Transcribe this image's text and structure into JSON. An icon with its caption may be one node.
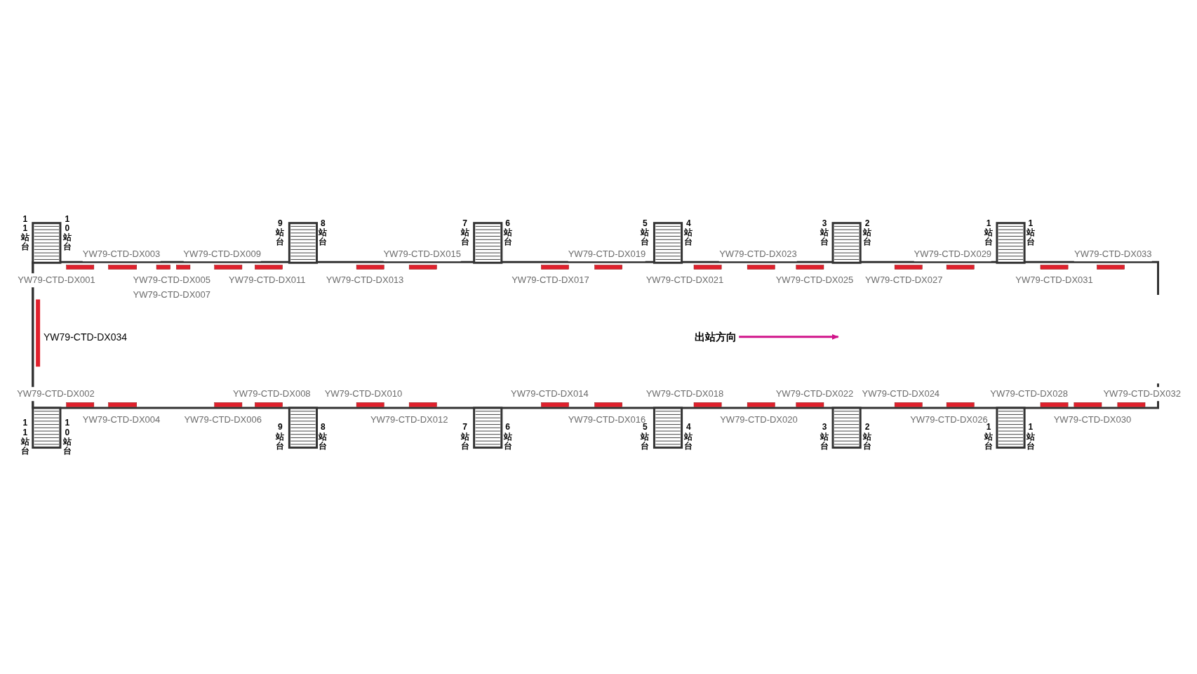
{
  "diagram": {
    "labels": [
      "11站台",
      "10站台",
      "9站台",
      "8站台",
      "7站台",
      "6站台",
      "5站台",
      "4站台",
      "3站台",
      "2站台",
      "1站台",
      "1站台",
      "YW79-CTD-DX003",
      "YW79-CTD-DX009",
      "YW79-CTD-DX015",
      "YW79-CTD-DX019",
      "YW79-CTD-DX023",
      "YW79-CTD-DX029",
      "YW79-CTD-DX033",
      "YW79-CTD-DX001",
      "YW79-CTD-DX005",
      "YW79-CTD-DX007",
      "YW79-CTD-DX011",
      "YW79-CTD-DX013",
      "YW79-CTD-DX017",
      "YW79-CTD-DX021",
      "YW79-CTD-DX025",
      "YW79-CTD-DX027",
      "YW79-CTD-DX031",
      "YW79-CTD-DX034",
      "出站方向",
      "YW79-CTD-DX002",
      "YW79-CTD-DX008",
      "YW79-CTD-DX010",
      "YW79-CTD-DX014",
      "YW79-CTD-DX018",
      "YW79-CTD-DX022",
      "YW79-CTD-DX024",
      "YW79-CTD-DX028",
      "YW79-CTD-DX032",
      "YW79-CTD-DX004",
      "YW79-CTD-DX006",
      "YW79-CTD-DX012",
      "YW79-CTD-DX016",
      "YW79-CTD-DX020",
      "YW79-CTD-DX026",
      "YW79-CTD-DX030",
      "11站台",
      "10站台",
      "9站台",
      "8站台",
      "7站台",
      "6站台",
      "5站台",
      "4站台",
      "3站台",
      "2站台",
      "1站台",
      "1站台"
    ]
  }
}
